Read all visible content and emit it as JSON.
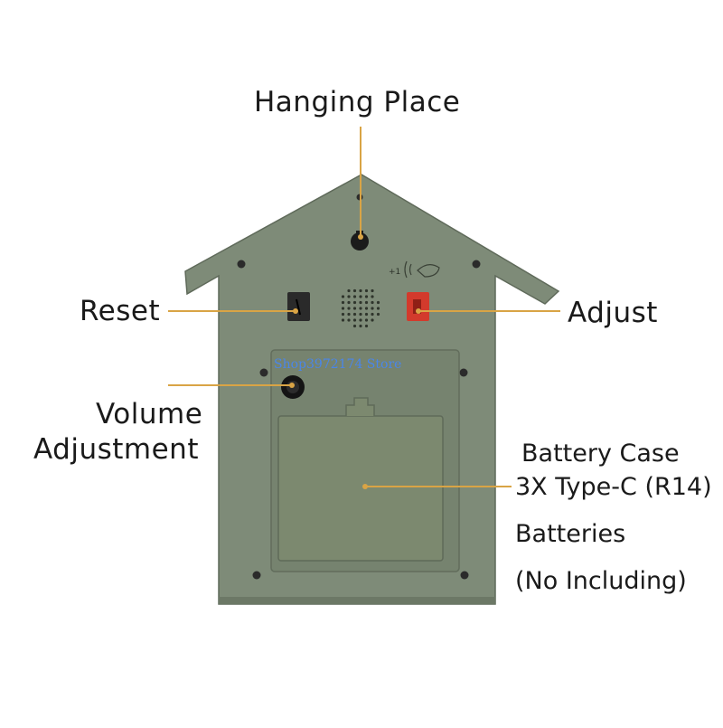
{
  "labels": {
    "hanging_place": "Hanging Place",
    "reset": "Reset",
    "adjust": "Adjust",
    "volume_line1": "Volume",
    "volume_line2": "Adjustment",
    "battery_line1": "Battery Case",
    "battery_line2": "3X Type-C (R14)",
    "battery_line3": "Batteries",
    "battery_line4": "(No Including)"
  },
  "device": {
    "icon_text": "+1",
    "watermark": "Shop3972174 Store"
  },
  "colors": {
    "body": "#7e8b78",
    "body_dark": "#6c7866",
    "leader": "#d9a445",
    "reset_button": "#2a2a2a",
    "adjust_button": "#d33a2c",
    "watermark": "#4a86e8"
  },
  "icons": [
    "hanging-hole-icon",
    "speaker-grille-icon",
    "bird-sound-icon",
    "volume-knob-icon"
  ]
}
